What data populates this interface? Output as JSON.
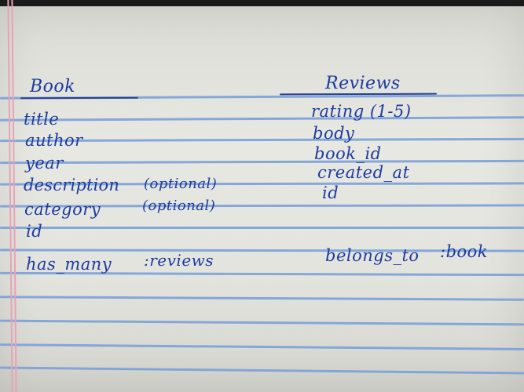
{
  "book": {
    "heading": "Book",
    "fields": [
      {
        "name": "title",
        "note": ""
      },
      {
        "name": "author",
        "note": ""
      },
      {
        "name": "year",
        "note": ""
      },
      {
        "name": "description",
        "note": "(optional)"
      },
      {
        "name": "category",
        "note": "(optional)"
      },
      {
        "name": "id",
        "note": ""
      }
    ],
    "association_keyword": "has_many",
    "association_target": ":reviews"
  },
  "reviews": {
    "heading": "Reviews",
    "fields": [
      "rating (1-5)",
      "body",
      "book_id",
      "created_at",
      "id"
    ],
    "association_keyword": "belongs_to",
    "association_target": ":book"
  },
  "colors": {
    "ink": "#1d3b9e",
    "rule_lines": "#7aa0d8",
    "margin_lines": "#e7a3b5",
    "paper": "#e4e4de"
  }
}
